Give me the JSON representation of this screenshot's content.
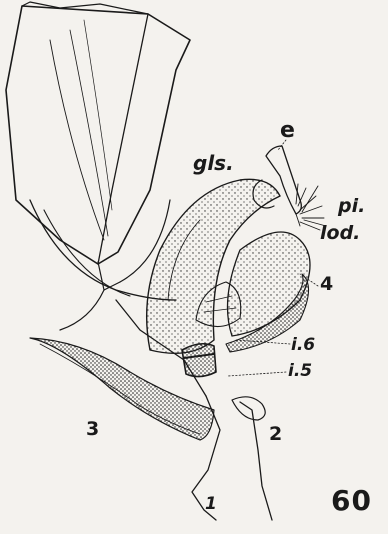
{
  "figure": {
    "number": "60",
    "labels": {
      "e": "e",
      "gls": "gls.",
      "pi": "pi.",
      "lod": "lod.",
      "four": "4",
      "i6": "i.6",
      "i5": "i.5",
      "two": "2",
      "three": "3",
      "one": "1"
    }
  },
  "colors": {
    "paper": "#f4f2ee",
    "ink": "#1a1a1a"
  }
}
